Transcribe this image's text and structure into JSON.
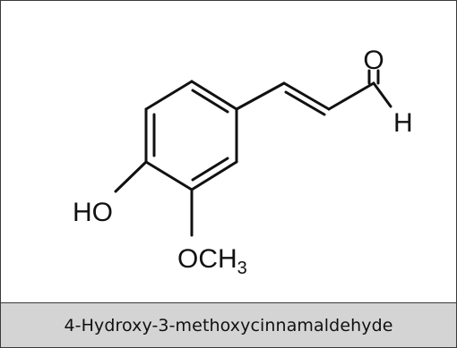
{
  "molecule": {
    "caption": "4-Hydroxy-3-methoxycinnamaldehyde",
    "atoms": {
      "oxygen_carbonyl": "O",
      "hydrogen_aldehyde": "H",
      "hydroxyl": "HO",
      "methoxy_main": "OCH",
      "methoxy_subscript": "3"
    }
  }
}
